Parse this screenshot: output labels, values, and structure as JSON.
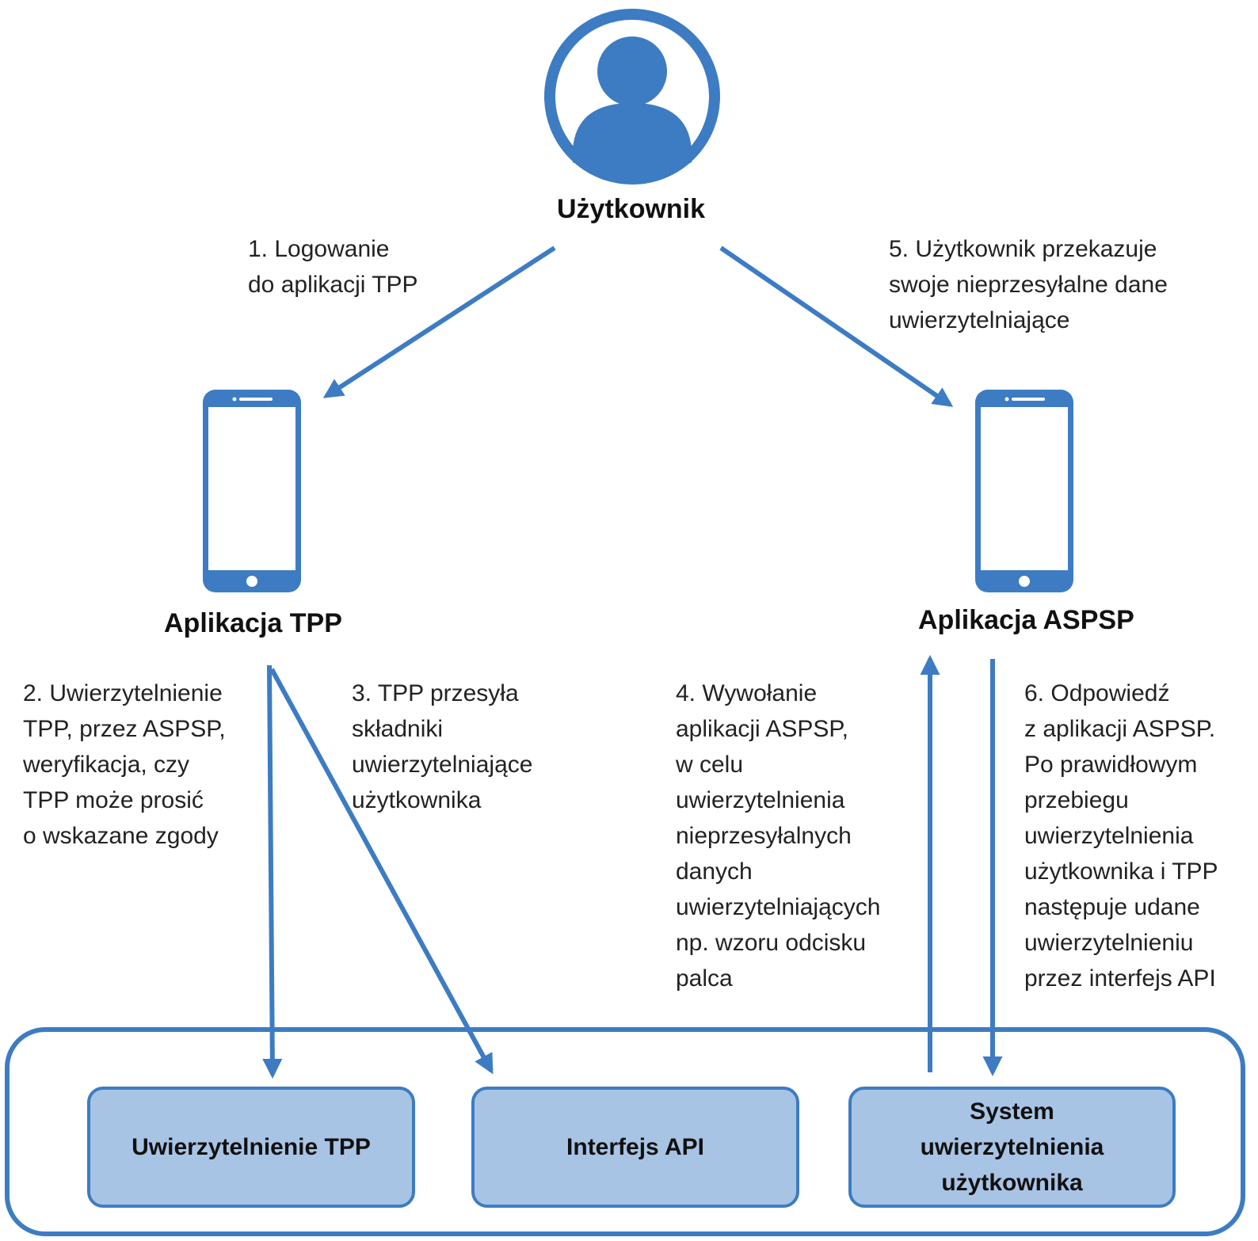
{
  "colors": {
    "accent": "#3d7cc3",
    "box_fill": "#a8c4e5"
  },
  "user": {
    "icon": "user-avatar-icon",
    "label": "Użytkownik"
  },
  "apps": {
    "tpp": {
      "icon": "smartphone-icon",
      "label": "Aplikacja TPP"
    },
    "aspsp": {
      "icon": "smartphone-icon",
      "label": "Aplikacja ASPSP"
    }
  },
  "steps": {
    "s1": "1. Logowanie\ndo aplikacji TPP",
    "s2": "2. Uwierzytelnienie\nTPP, przez ASPSP,\nweryfikacja, czy\nTPP może prosić\no wskazane zgody",
    "s3": "3. TPP przesyła\nskładniki\nuwierzytelniające\nużytkownika",
    "s4": "4. Wywołanie\naplikacji ASPSP,\nw celu\nuwierzytelnienia\nnieprzesyłalnych\ndanych\nuwierzytelniających\nnp. wzoru odcisku\npalca",
    "s5": "5. Użytkownik przekazuje\nswoje nieprzesyłalne dane\nuwierzytelniające",
    "s6": "6. Odpowiedź\nz aplikacji ASPSP.\nPo prawidłowym\nprzebiegu\nuwierzytelnienia\nużytkownika i TPP\nnastępuje udane\nuwierzytelnieniu\nprzez interfejs API"
  },
  "boxes": {
    "tpp_auth": "Uwierzytelnienie TPP",
    "api": "Interfejs API",
    "user_auth": "System\nuwierzytelnienia\nużytkownika"
  }
}
